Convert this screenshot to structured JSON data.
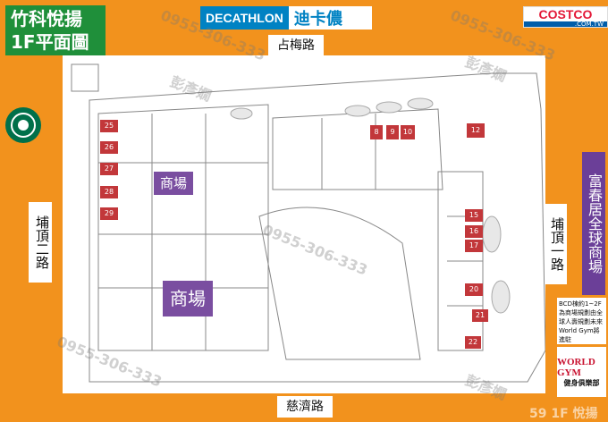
{
  "title": {
    "line1": "竹科悅揚",
    "line2": "1F平面圖"
  },
  "roads": {
    "top": "占梅路",
    "bottom": "慈濟路",
    "left": "埔頂二路",
    "right": "埔頂一路"
  },
  "side_label": "富春居全球商場",
  "brands": {
    "decathlon_en": "DECATHLON",
    "decathlon_zh": "迪卡儂",
    "costco": "COSTCO",
    "costco_sub": ".COM.TW",
    "gym_name": "WORLD GYM",
    "gym_sub": "健身俱樂部"
  },
  "note": "BCD棟約1~2F為商場規劃由全球人壽規劃未來World Gym將進駐",
  "mall_labels": {
    "upper": "商場",
    "lower": "商場"
  },
  "shops": [
    "25",
    "26",
    "27",
    "28",
    "29",
    "8",
    "9",
    "10",
    "12",
    "15",
    "16",
    "17",
    "20",
    "21",
    "22"
  ],
  "watermarks": [
    "0955-306-333",
    "彭彥嫺",
    "0955-306-333",
    "彭彥嫺",
    "0955-306-333",
    "0955-306-333",
    "彭彥嫺"
  ],
  "bottom_logo": "59 1F 悅揚",
  "colors": {
    "background": "#f2921d",
    "shop": "#c2373a",
    "mall": "#7a4ea0",
    "title_bg": "#1f8f3a"
  }
}
